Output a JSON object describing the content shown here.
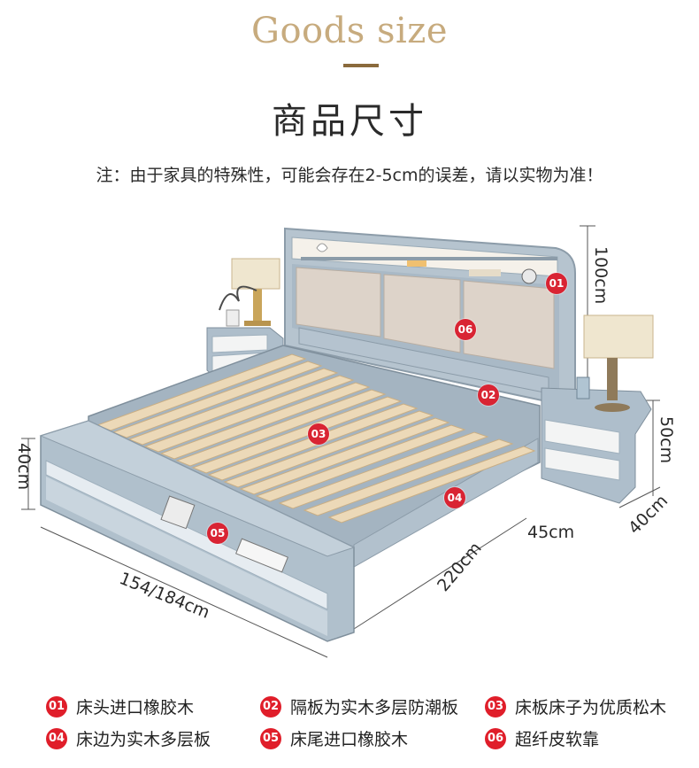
{
  "header": {
    "title_en": "Goods size",
    "title_cn": "商品尺寸",
    "note": "注：由于家具的特殊性，可能会存在2-5cm的误差，请以实物为准！"
  },
  "dimensions": {
    "headboard_height": "100cm",
    "footboard_height": "40cm",
    "width": "154/184cm",
    "length": "220cm",
    "nightstand_height": "50cm",
    "nightstand_depth": "40cm",
    "nightstand_width": "45cm"
  },
  "markers": [
    "01",
    "02",
    "03",
    "04",
    "05",
    "06"
  ],
  "legend": [
    {
      "num": "01",
      "text": "床头进口橡胶木"
    },
    {
      "num": "02",
      "text": "隔板为实木多层防潮板"
    },
    {
      "num": "03",
      "text": "床板床子为优质松木"
    },
    {
      "num": "04",
      "text": "床边为实木多层板"
    },
    {
      "num": "05",
      "text": "床尾进口橡胶木"
    },
    {
      "num": "06",
      "text": "超纤皮软靠"
    }
  ],
  "colors": {
    "title_gold": "#c7ab7e",
    "badge_red": "#e01e2a",
    "frame_blue_gray": "#a9b9c6",
    "cushion_beige": "#ddd3c9",
    "slat_wood": "#ecd9b8"
  }
}
